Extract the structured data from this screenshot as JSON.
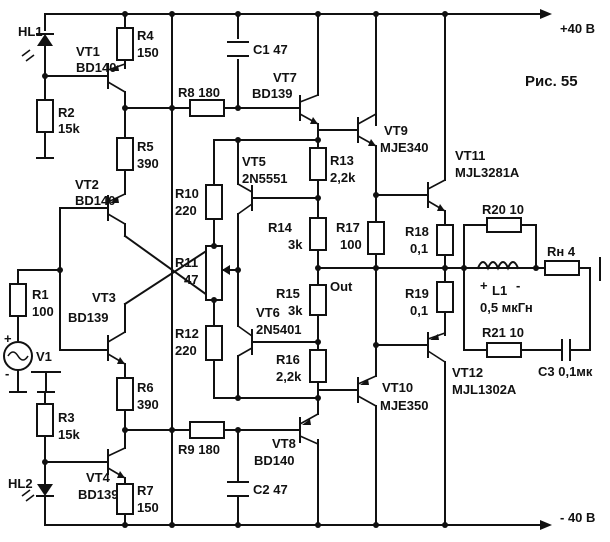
{
  "title": "Рис. 55",
  "rails": {
    "positive": "+40 В",
    "negative": "- 40 В"
  },
  "output_label": "Out",
  "components": {
    "HL1": "HL1",
    "HL2": "HL2",
    "VT1": [
      "VT1",
      "BD140"
    ],
    "VT2": [
      "VT2",
      "BD140"
    ],
    "VT3": [
      "VT3",
      "BD139"
    ],
    "VT4": [
      "VT4",
      "BD139"
    ],
    "VT5": [
      "VT5",
      "2N5551"
    ],
    "VT6": [
      "VT6",
      "2N5401"
    ],
    "VT7": [
      "VT7",
      "BD139"
    ],
    "VT8": [
      "VT8",
      "BD140"
    ],
    "VT9": [
      "VT9",
      "MJE340"
    ],
    "VT10": [
      "VT10",
      "MJE350"
    ],
    "VT11": [
      "VT11",
      "MJL3281A"
    ],
    "VT12": [
      "VT12",
      "MJL1302A"
    ],
    "R1": [
      "R1",
      "100"
    ],
    "R2": [
      "R2",
      "15k"
    ],
    "R3": [
      "R3",
      "15k"
    ],
    "R4": [
      "R4",
      "150"
    ],
    "R5": [
      "R5",
      "390"
    ],
    "R6": [
      "R6",
      "390"
    ],
    "R7": [
      "R7",
      "150"
    ],
    "R8": "R8 180",
    "R9": "R9 180",
    "R10": [
      "R10",
      "220"
    ],
    "R11": [
      "R11",
      "47"
    ],
    "R12": [
      "R12",
      "220"
    ],
    "R13": [
      "R13",
      "2,2k"
    ],
    "R14": [
      "R14",
      "3k"
    ],
    "R15": [
      "R15",
      "3k"
    ],
    "R16": [
      "R16",
      "2,2k"
    ],
    "R17": [
      "R17",
      "100"
    ],
    "R18": [
      "R18",
      "0,1"
    ],
    "R19": [
      "R19",
      "0,1"
    ],
    "R20": "R20 10",
    "R21": "R21 10",
    "Rn": "Rн 4",
    "C1": "C1 47",
    "C2": "C2 47",
    "C3": "C3 0,1мк",
    "L1": [
      "L1",
      "0,5 мкГн"
    ],
    "V1": "V1"
  },
  "signs": {
    "plus": "+",
    "minus": "-",
    "l1_plus": "+",
    "l1_minus": "-"
  }
}
